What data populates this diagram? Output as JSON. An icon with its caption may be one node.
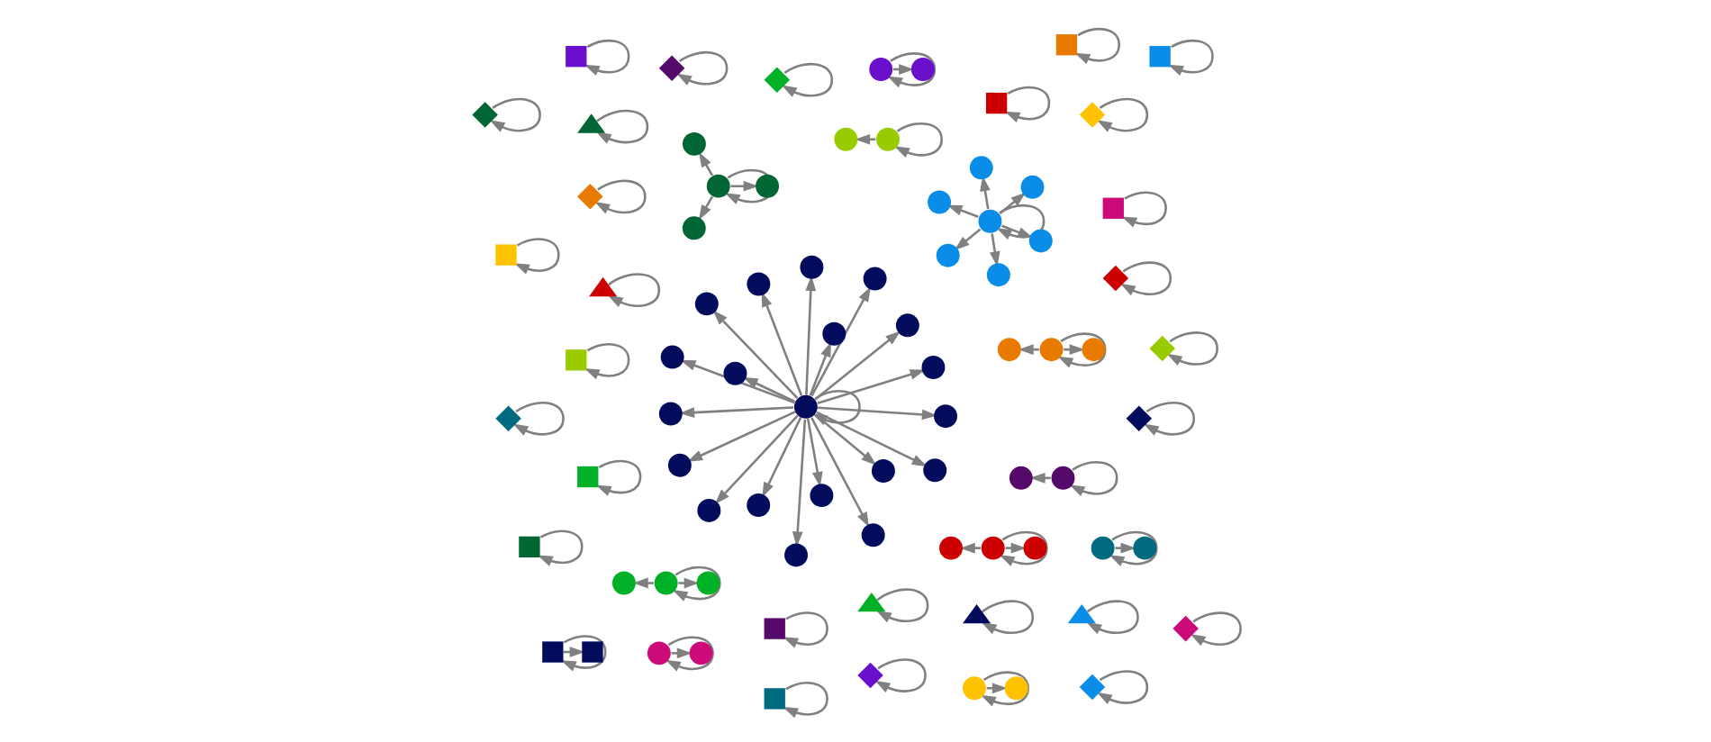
{
  "diagram": {
    "nodes": [
      {
        "text": [],
        "shape": "circle"
      },
      {
        "text": [],
        "shape": "diamond"
      },
      {
        "text": [],
        "shape": "diamond"
      },
      {
        "text": [],
        "shape": "box"
      },
      {
        "text": [],
        "shape": "circle"
      },
      {
        "text": [],
        "shape": "box"
      },
      {
        "text": [],
        "shape": "box"
      },
      {
        "text": [],
        "shape": "box"
      },
      {
        "text": [],
        "shape": "circle"
      },
      {
        "text": [],
        "shape": "circle"
      },
      {
        "text": [],
        "shape": "circle"
      },
      {
        "text": [],
        "shape": "circle"
      },
      {
        "text": [],
        "shape": "diamond"
      },
      {
        "text": [],
        "shape": "box"
      },
      {
        "text": [],
        "shape": "circle"
      },
      {
        "text": [],
        "shape": "box"
      },
      {
        "text": [],
        "shape": "circle"
      },
      {
        "text": [],
        "shape": "diamond"
      },
      {
        "text": [],
        "shape": "diamond"
      },
      {
        "text": [],
        "shape": "circle"
      },
      {
        "text": [],
        "shape": "circle"
      },
      {
        "text": [],
        "shape": "circle"
      },
      {
        "text": [],
        "shape": "diamond"
      },
      {
        "text": [],
        "shape": "circle"
      },
      {
        "text": [],
        "shape": "circle"
      },
      {
        "text": [],
        "shape": "circle"
      },
      {
        "text": [],
        "shape": "circle"
      },
      {
        "text": [],
        "shape": "circle"
      },
      {
        "text": [],
        "shape": "triangle"
      },
      {
        "text": [],
        "shape": "circle"
      },
      {
        "text": [],
        "shape": "circle"
      },
      {
        "text": [],
        "shape": "circle"
      },
      {
        "text": [],
        "shape": "circle"
      },
      {
        "text": [],
        "shape": "circle"
      },
      {
        "text": [],
        "shape": "circle"
      },
      {
        "text": [],
        "shape": "circle"
      },
      {
        "text": [],
        "shape": "circle"
      },
      {
        "text": [],
        "shape": "circle"
      },
      {
        "text": [],
        "shape": "circle"
      },
      {
        "text": [],
        "shape": "circle"
      },
      {
        "text": [],
        "shape": "circle"
      },
      {
        "text": [],
        "shape": "circle"
      },
      {
        "text": [],
        "shape": "circle"
      },
      {
        "text": [],
        "shape": "circle"
      },
      {
        "text": [],
        "shape": "diamond"
      },
      {
        "text": [],
        "shape": "circle"
      },
      {
        "text": [],
        "shape": "diamond"
      },
      {
        "text": [],
        "shape": "circle"
      },
      {
        "text": [],
        "shape": "circle"
      },
      {
        "text": [],
        "shape": "circle"
      },
      {
        "text": [],
        "shape": "circle"
      },
      {
        "text": [],
        "shape": "circle"
      },
      {
        "text": [],
        "shape": "box"
      },
      {
        "text": [],
        "shape": "circle"
      },
      {
        "text": [],
        "shape": "box"
      },
      {
        "text": [],
        "shape": "circle"
      },
      {
        "text": [],
        "shape": "circle"
      },
      {
        "text": [],
        "shape": "circle"
      },
      {
        "text": [],
        "shape": "box"
      },
      {
        "text": [],
        "shape": "circle"
      },
      {
        "text": [],
        "shape": "circle"
      },
      {
        "text": [],
        "shape": "triangle"
      },
      {
        "text": [],
        "shape": "diamond"
      },
      {
        "text": [],
        "shape": "circle"
      },
      {
        "text": [],
        "shape": "triangle"
      },
      {
        "text": [],
        "shape": "box"
      },
      {
        "text": [],
        "shape": "box"
      },
      {
        "text": [],
        "shape": "circle"
      },
      {
        "text": [],
        "shape": "circle"
      },
      {
        "text": [],
        "shape": "circle"
      },
      {
        "text": [],
        "shape": "diamond"
      },
      {
        "text": [],
        "shape": "box"
      },
      {
        "text": [],
        "shape": "circle"
      },
      {
        "text": [],
        "shape": "circle"
      },
      {
        "text": [],
        "shape": "circle"
      },
      {
        "text": [],
        "shape": "triangle"
      },
      {
        "text": [],
        "shape": "diamond"
      },
      {
        "text": [],
        "shape": "diamond"
      },
      {
        "text": [],
        "shape": "circle"
      },
      {
        "text": [],
        "shape": "box"
      },
      {
        "text": [],
        "shape": "circle"
      },
      {
        "text": [],
        "shape": "triangle"
      }
    ],
    "edges": [
      {
        "from": 1,
        "to": 1,
        "arrow": "to"
      },
      {
        "from": 2,
        "to": 2,
        "arrow": "to"
      },
      {
        "from": 3,
        "to": 3,
        "arrow": "to"
      },
      {
        "from": 5,
        "to": 5,
        "arrow": "to"
      },
      {
        "from": 6,
        "to": 6,
        "arrow": "to"
      },
      {
        "from": 7,
        "to": 7,
        "arrow": "to"
      },
      {
        "from": 12,
        "to": 12,
        "arrow": "to"
      },
      {
        "from": 13,
        "to": 13,
        "arrow": "to"
      },
      {
        "from": 17,
        "to": 17,
        "arrow": "to"
      },
      {
        "from": 18,
        "to": 18,
        "arrow": "to"
      },
      {
        "from": 22,
        "to": 22,
        "arrow": "to"
      },
      {
        "from": 27,
        "to": 27,
        "arrow": "to"
      },
      {
        "from": 27,
        "to": 16,
        "arrow": "to"
      },
      {
        "from": 28,
        "to": 28,
        "arrow": "to"
      },
      {
        "from": 33,
        "to": 33,
        "arrow": "to"
      },
      {
        "from": 33,
        "to": 63,
        "arrow": "to"
      },
      {
        "from": 34,
        "to": 34,
        "arrow": "to"
      },
      {
        "from": 34,
        "to": 25,
        "arrow": "to"
      },
      {
        "from": 35,
        "to": 35,
        "arrow": "to"
      },
      {
        "from": 35,
        "to": 4,
        "arrow": "to"
      },
      {
        "from": 37,
        "to": 37,
        "arrow": "to"
      },
      {
        "from": 37,
        "to": 14,
        "arrow": "to"
      },
      {
        "from": 37,
        "to": 36,
        "arrow": "to"
      },
      {
        "from": 37,
        "to": 51,
        "arrow": "to"
      },
      {
        "from": 37,
        "to": 60,
        "arrow": "to"
      },
      {
        "from": 37,
        "to": 67,
        "arrow": "to"
      },
      {
        "from": 37,
        "to": 72,
        "arrow": "to"
      },
      {
        "from": 38,
        "to": 38,
        "arrow": "to"
      },
      {
        "from": 38,
        "to": 9,
        "arrow": "to"
      },
      {
        "from": 38,
        "to": 10,
        "arrow": "to"
      },
      {
        "from": 38,
        "to": 11,
        "arrow": "to"
      },
      {
        "from": 38,
        "to": 19,
        "arrow": "to"
      },
      {
        "from": 38,
        "to": 21,
        "arrow": "to"
      },
      {
        "from": 38,
        "to": 24,
        "arrow": "to"
      },
      {
        "from": 38,
        "to": 26,
        "arrow": "to"
      },
      {
        "from": 38,
        "to": 29,
        "arrow": "to"
      },
      {
        "from": 38,
        "to": 31,
        "arrow": "to"
      },
      {
        "from": 38,
        "to": 32,
        "arrow": "to"
      },
      {
        "from": 38,
        "to": 39,
        "arrow": "to"
      },
      {
        "from": 38,
        "to": 40,
        "arrow": "to"
      },
      {
        "from": 38,
        "to": 42,
        "arrow": "to"
      },
      {
        "from": 38,
        "to": 53,
        "arrow": "to"
      },
      {
        "from": 38,
        "to": 56,
        "arrow": "to"
      },
      {
        "from": 38,
        "to": 59,
        "arrow": "to"
      },
      {
        "from": 38,
        "to": 68,
        "arrow": "to"
      },
      {
        "from": 38,
        "to": 78,
        "arrow": "to"
      },
      {
        "from": 38,
        "to": 80,
        "arrow": "to"
      },
      {
        "from": 41,
        "to": 41,
        "arrow": "to"
      },
      {
        "from": 41,
        "to": 20,
        "arrow": "to"
      },
      {
        "from": 41,
        "to": 48,
        "arrow": "to"
      },
      {
        "from": 41,
        "to": 50,
        "arrow": "to"
      },
      {
        "from": 43,
        "to": 43,
        "arrow": "to"
      },
      {
        "from": 43,
        "to": 8,
        "arrow": "to"
      },
      {
        "from": 43,
        "to": 23,
        "arrow": "to"
      },
      {
        "from": 44,
        "to": 44,
        "arrow": "to"
      },
      {
        "from": 45,
        "to": 45,
        "arrow": "to"
      },
      {
        "from": 45,
        "to": 0,
        "arrow": "to"
      },
      {
        "from": 45,
        "to": 55,
        "arrow": "to"
      },
      {
        "from": 46,
        "to": 46,
        "arrow": "to"
      },
      {
        "from": 49,
        "to": 49,
        "arrow": "to"
      },
      {
        "from": 49,
        "to": 73,
        "arrow": "to"
      },
      {
        "from": 52,
        "to": 52,
        "arrow": "to"
      },
      {
        "from": 54,
        "to": 54,
        "arrow": "to"
      },
      {
        "from": 57,
        "to": 57,
        "arrow": "to"
      },
      {
        "from": 57,
        "to": 30,
        "arrow": "to"
      },
      {
        "from": 58,
        "to": 58,
        "arrow": "to"
      },
      {
        "from": 58,
        "to": 15,
        "arrow": "to"
      },
      {
        "from": 61,
        "to": 61,
        "arrow": "to"
      },
      {
        "from": 62,
        "to": 62,
        "arrow": "to"
      },
      {
        "from": 64,
        "to": 64,
        "arrow": "to"
      },
      {
        "from": 65,
        "to": 65,
        "arrow": "to"
      },
      {
        "from": 66,
        "to": 66,
        "arrow": "to"
      },
      {
        "from": 70,
        "to": 70,
        "arrow": "to"
      },
      {
        "from": 71,
        "to": 71,
        "arrow": "to"
      },
      {
        "from": 74,
        "to": 74,
        "arrow": "to"
      },
      {
        "from": 74,
        "to": 69,
        "arrow": "to"
      },
      {
        "from": 74,
        "to": 47,
        "arrow": "to"
      },
      {
        "from": 75,
        "to": 75,
        "arrow": "to"
      },
      {
        "from": 76,
        "to": 76,
        "arrow": "to"
      },
      {
        "from": 77,
        "to": 77,
        "arrow": "to"
      },
      {
        "from": 79,
        "to": 79,
        "arrow": "to"
      },
      {
        "from": 81,
        "to": 81,
        "arrow": "to"
      }
    ]
  }
}
